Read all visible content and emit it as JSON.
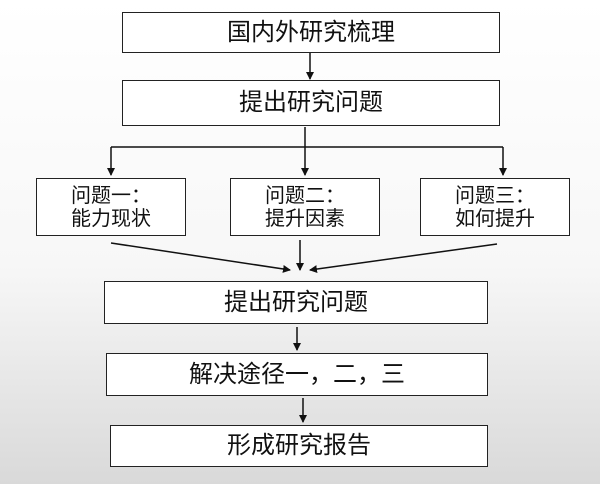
{
  "diagram": {
    "step1": "国内外研究梳理",
    "step2": "提出研究问题",
    "problems": [
      {
        "line1": "问题一：",
        "line2": "能力现状"
      },
      {
        "line1": "问题二：",
        "line2": "提升因素"
      },
      {
        "line1": "问题三：",
        "line2": "如何提升"
      }
    ],
    "step3": "提出研究问题",
    "step4": "解决途径一，二，三",
    "step5": "形成研究报告"
  }
}
